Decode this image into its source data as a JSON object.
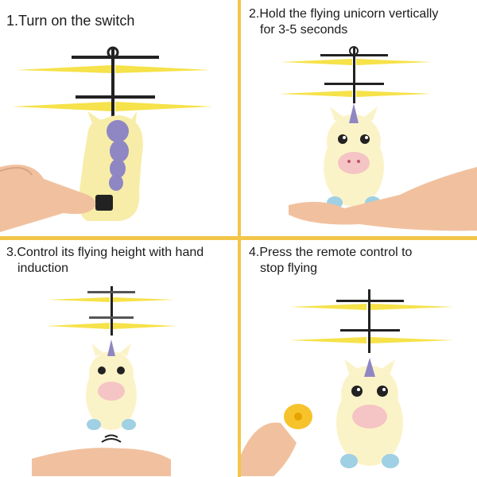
{
  "steps": [
    {
      "line1": "1.Turn on the switch",
      "line2": ""
    },
    {
      "line1": "2.Hold the flying unicorn vertically",
      "line2": "for 3-5 seconds"
    },
    {
      "line1": "3.Control its flying height with hand",
      "line2": "induction"
    },
    {
      "line1": "4.Press the remote control to",
      "line2": "stop flying"
    }
  ],
  "colors": {
    "divider": "#f2c64a",
    "blade": "#f6e24a",
    "body": "#fbf3c8",
    "horn": "#8f86c4",
    "skin": "#f3c6a6"
  }
}
